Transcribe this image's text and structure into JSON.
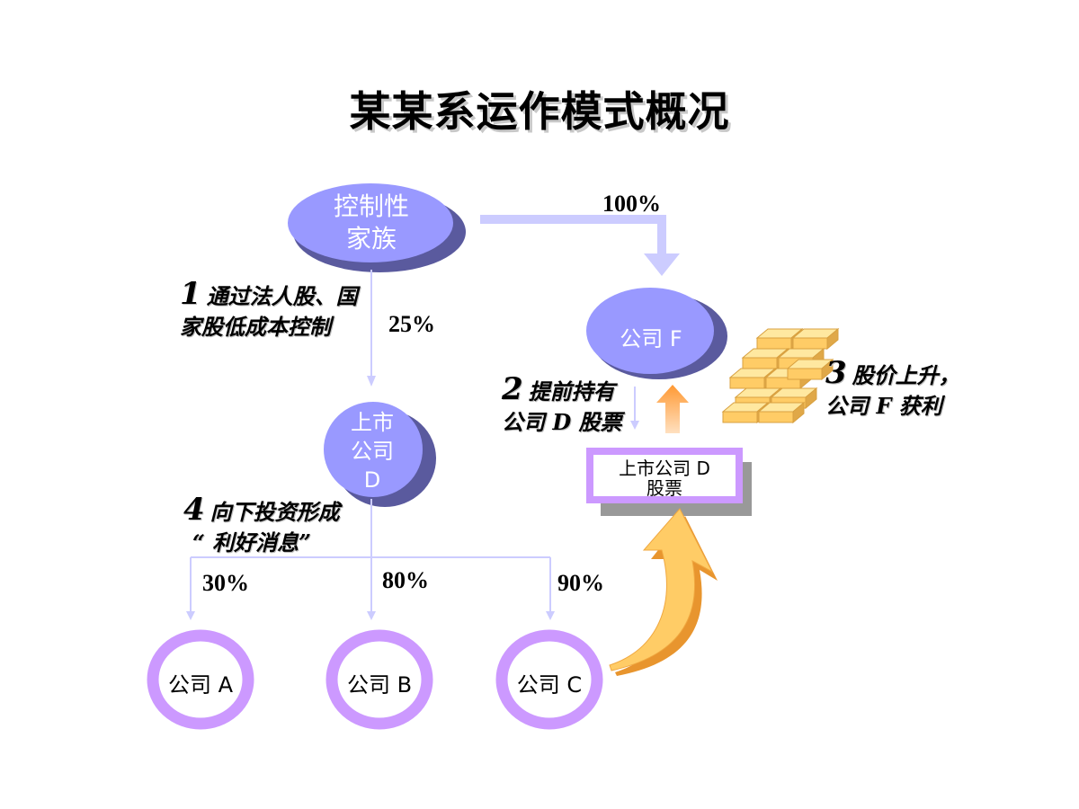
{
  "title": "某某系运作模式概况",
  "nodes": {
    "family": {
      "line1": "控制性",
      "line2": "家族"
    },
    "company_f": "公司 F",
    "company_d": {
      "line1": "上市",
      "line2": "公司",
      "line3": "D"
    },
    "d_shares": {
      "line1": "上市公司 D",
      "line2": "股票"
    },
    "company_a": "公司 A",
    "company_b": "公司 B",
    "company_c": "公司 C"
  },
  "percentages": {
    "family_to_f": "100%",
    "family_to_d": "25%",
    "d_to_a": "30%",
    "d_to_b": "80%",
    "d_to_c": "90%"
  },
  "steps": {
    "step1": {
      "num": "1",
      "line1": "通过法人股、国",
      "line2": "家股低成本控制"
    },
    "step2": {
      "num": "2",
      "line1": "提前持有",
      "line2": "公司 D 股票"
    },
    "step3": {
      "num": "3",
      "line1": "股价上升，",
      "line2": "公司 F 获利"
    },
    "step4": {
      "num": "4",
      "line1": "向下投资形成",
      "line2": "“ 利好消息”"
    }
  },
  "colors": {
    "ellipse_fill": "#9999ff",
    "ellipse_shadow": "#5a5a9e",
    "arrow_light": "#ccccff",
    "ring": "#cc99ff",
    "big_arrow": "#ffcc66",
    "up_arrow": "#ff9933",
    "gold": "#ffcc66"
  }
}
